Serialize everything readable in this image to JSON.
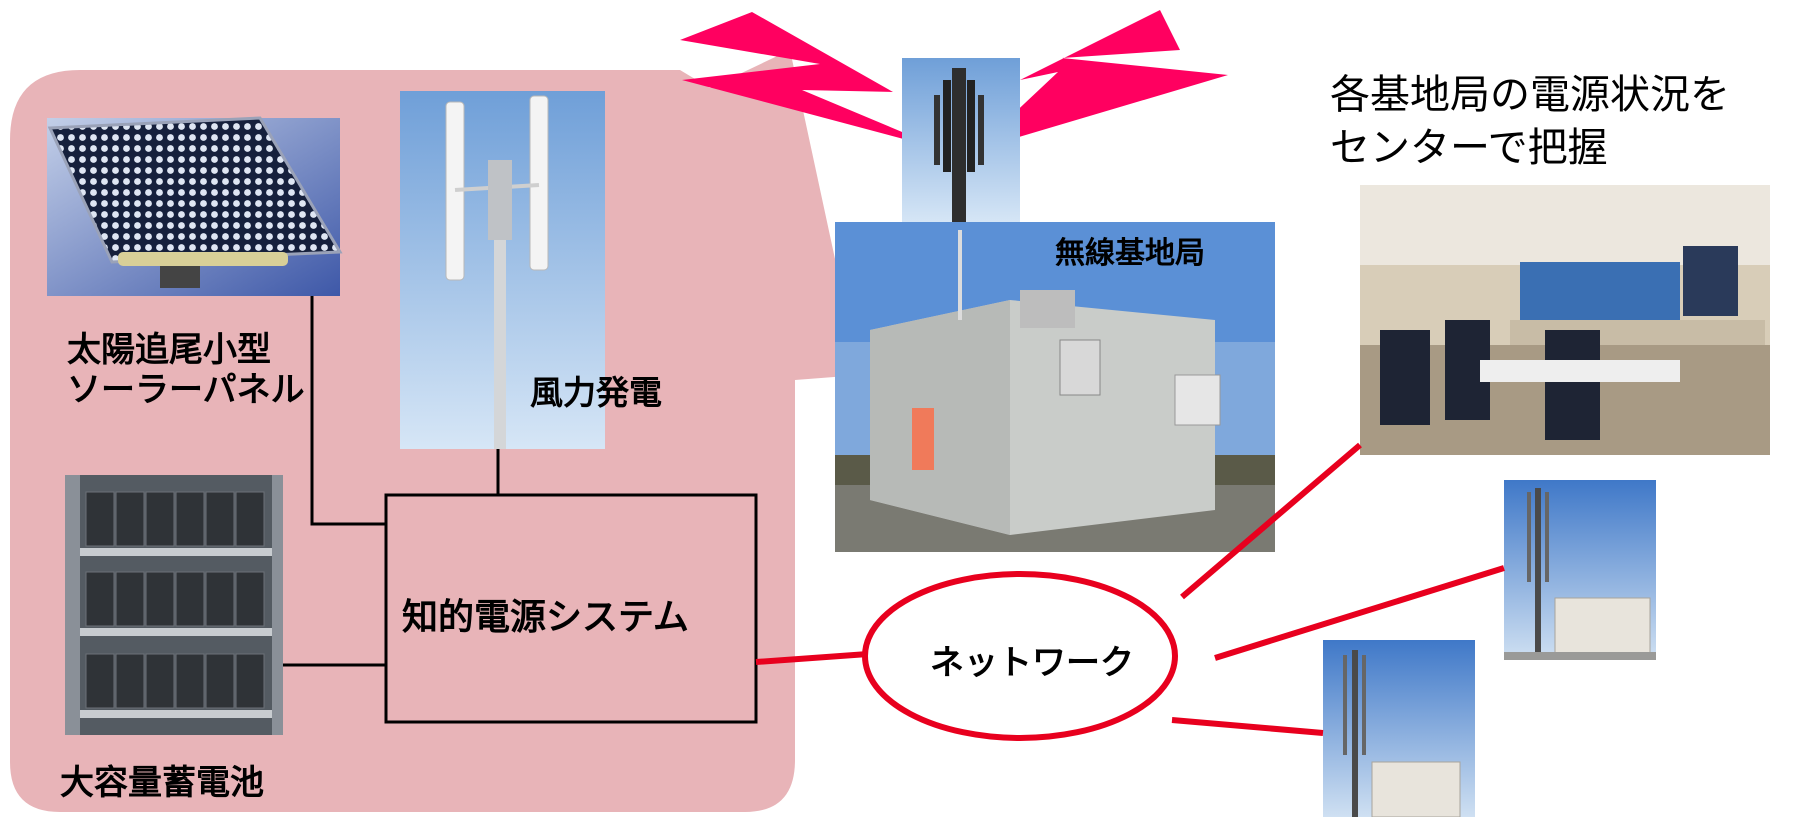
{
  "labels": {
    "solar_line1": "太陽追尾小型",
    "solar_line2": "ソーラーパネル",
    "wind": "風力発電",
    "battery": "大容量蓄電池",
    "system": "知的電源システム",
    "base_station": "無線基地局",
    "network": "ネットワーク",
    "center_line1": "各基地局の電源状況を",
    "center_line2": "センターで把握"
  },
  "colors": {
    "bubble": "#e8b4b8",
    "network_line": "#e8001e",
    "signal": "#ff0060",
    "connector": "#000000"
  },
  "icons": {
    "signal_left": "lightning-bolt-icon",
    "signal_right": "lightning-bolt-icon"
  }
}
